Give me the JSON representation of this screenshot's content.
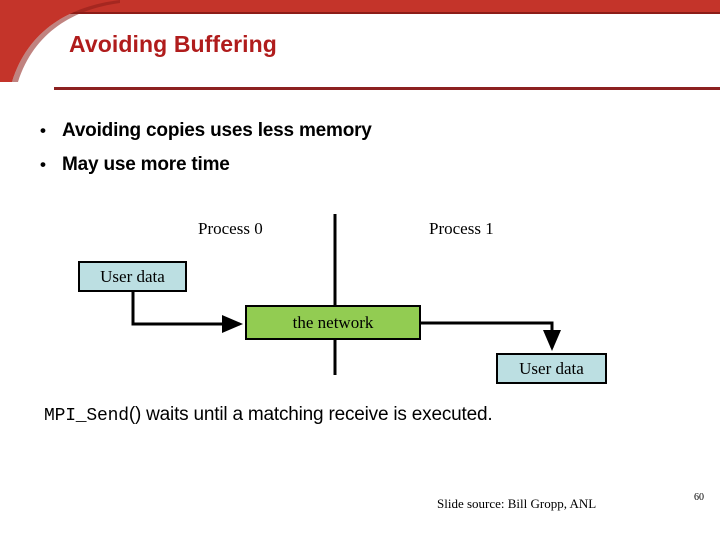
{
  "slide": {
    "title": "Avoiding Buffering",
    "page_number": "60",
    "source_note": "Slide source: Bill Gropp, ANL",
    "accent_color": "#c4342a",
    "title_color": "#b01c1c",
    "rule_color": "#8c2120"
  },
  "bullets": [
    {
      "marker": "•",
      "text": "Avoiding copies uses less memory"
    },
    {
      "marker": "•",
      "text": "May use more time"
    }
  ],
  "diagram": {
    "process_labels": [
      {
        "name": "process-0",
        "text": "Process 0"
      },
      {
        "name": "process-1",
        "text": "Process 1"
      }
    ],
    "nodes": [
      {
        "name": "user-data-left",
        "text": "User data",
        "fill": "#bcdfe2"
      },
      {
        "name": "network",
        "text": "the network",
        "fill": "#92cc52"
      },
      {
        "name": "user-data-right",
        "text": "User data",
        "fill": "#bcdfe2"
      }
    ],
    "divider": {
      "name": "process-divider",
      "orientation": "vertical"
    },
    "edges": [
      {
        "name": "edge-send",
        "from": "user-data-left",
        "to": "network",
        "arrow": true
      },
      {
        "name": "edge-recv",
        "from": "network",
        "to": "user-data-right",
        "arrow": true
      }
    ]
  },
  "caption": {
    "code": "MPI_Send",
    "text": "() waits until a matching receive is executed."
  }
}
